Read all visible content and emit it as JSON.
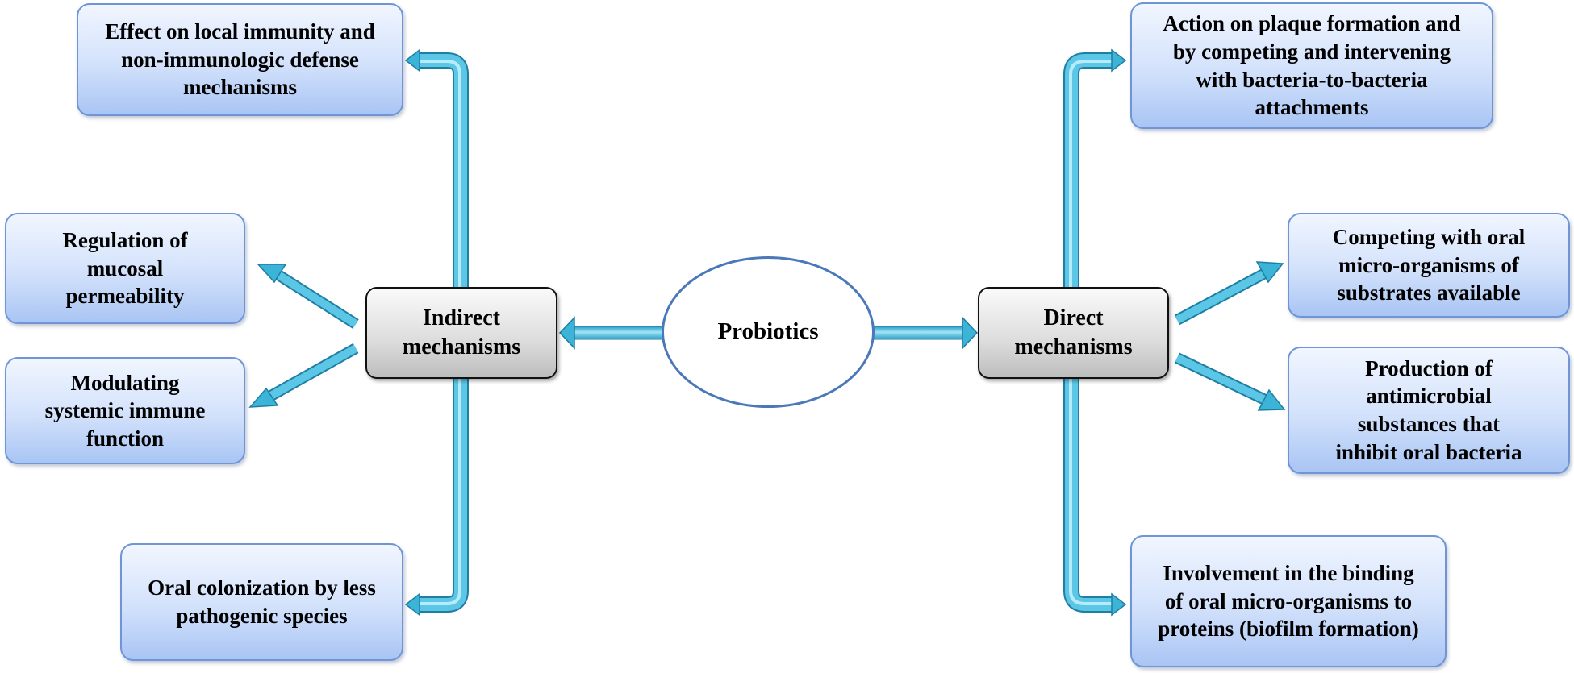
{
  "center": {
    "label": "Probiotics"
  },
  "indirect": {
    "label": "Indirect mechanisms",
    "items": [
      "Effect on local immunity and non-immunologic defense mechanisms",
      "Regulation of mucosal permeability",
      "Modulating systemic immune function",
      "Oral colonization by less pathogenic species"
    ]
  },
  "direct": {
    "label": "Direct mechanisms",
    "items": [
      "Action on plaque formation and by competing and intervening with bacteria-to-bacteria attachments",
      "Competing with oral micro-organisms of substrates available",
      "Production of antimicrobial substances that inhibit oral bacteria",
      "Involvement in the binding of oral micro-organisms to proteins (biofilm formation)"
    ]
  },
  "colors": {
    "arrow": "#3cb4d8",
    "arrow_edge": "#1f7fa3",
    "leaf_border": "#6f95d6",
    "ellipse_border": "#4a78b8"
  }
}
